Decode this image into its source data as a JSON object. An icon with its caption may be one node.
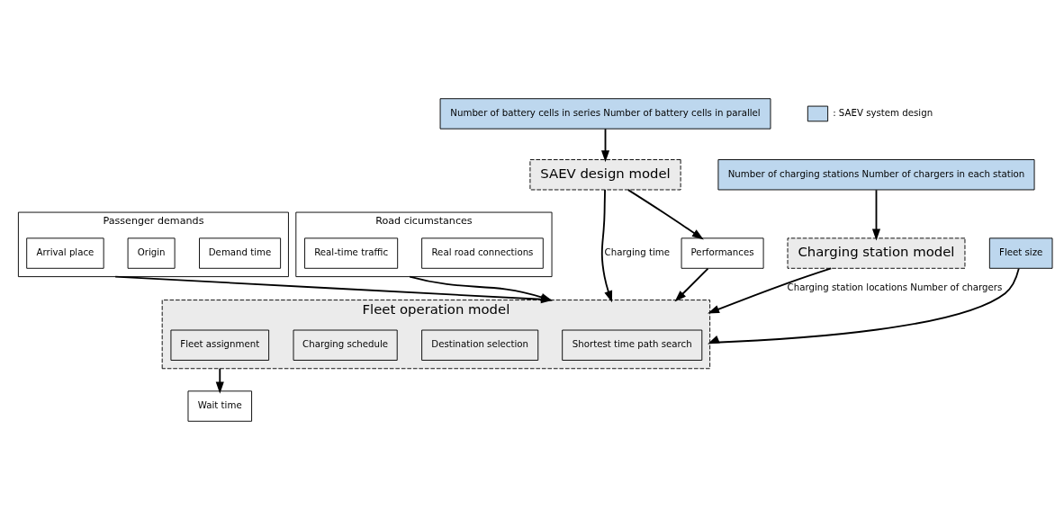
{
  "diagram": {
    "nodes": [
      {
        "text": [
          "Passenger demands"
        ]
      },
      {
        "text": [
          "Demand time"
        ],
        "in": 0
      },
      {
        "text": [
          "Origin"
        ],
        "in": 0
      },
      {
        "text": [
          "Arrival place"
        ],
        "in": 0
      },
      {
        "text": [
          "Wait time"
        ]
      },
      {
        "text": [
          "Fleet operation model"
        ]
      },
      {
        "text": [
          "Shortest time path search"
        ],
        "in": 5
      },
      {
        "text": [
          "Destination selection"
        ],
        "in": 5
      },
      {
        "text": [
          "Charging schedule"
        ],
        "in": 5
      },
      {
        "text": [
          "Fleet assignment"
        ],
        "in": 5
      },
      {
        "text": [
          "Road cicumstances"
        ]
      },
      {
        "text": [
          "Real road connections"
        ],
        "in": 10
      },
      {
        "text": [
          "Real-time traffic"
        ],
        "in": 10
      },
      {
        "text": [
          "Performances"
        ]
      },
      {
        "text": [
          "SAEV design model"
        ]
      },
      {
        "text": [
          "Charging station model"
        ]
      },
      {
        "text": [
          "Fleet size"
        ]
      },
      {
        "text": [
          "Number of battery cells in series Number of battery cells in parallel"
        ]
      },
      {
        "text": [
          "Number of charging stations Number of chargers in each station"
        ]
      }
    ],
    "edges": [
      {
        "from": 5,
        "to": 4,
        "arrow": "to"
      },
      {
        "from": 0,
        "to": 5,
        "arrow": "to"
      },
      {
        "from": 10,
        "to": 5,
        "arrow": "to"
      },
      {
        "from": 13,
        "to": 5,
        "arrow": "to"
      },
      {
        "from": 14,
        "to": 13,
        "arrow": "to"
      },
      {
        "from": 14,
        "to": 5,
        "arrow": "to",
        "label": "Charging time"
      },
      {
        "from": 15,
        "to": 5,
        "arrow": "to",
        "label": "Charging station locations Number of chargers"
      },
      {
        "from": 16,
        "to": 5,
        "arrow": "to"
      },
      {
        "from": 17,
        "to": 14,
        "arrow": "to"
      },
      {
        "from": 18,
        "to": 15,
        "arrow": "to"
      }
    ],
    "legend": [
      {
        "text": ": SAEV system design",
        "color": "#bdd7ee"
      }
    ]
  }
}
